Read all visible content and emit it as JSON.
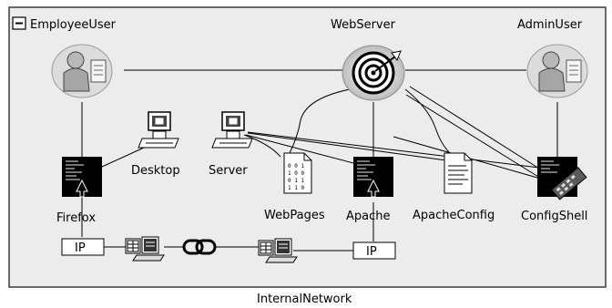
{
  "diagram": {
    "frame_title": "EmployeeUser",
    "caption": "InternalNetwork",
    "collapse_glyph": "−",
    "nodes": {
      "webserver": "WebServer",
      "adminuser": "AdminUser",
      "desktop": "Desktop",
      "server": "Server",
      "firefox": "Firefox",
      "webpages": "WebPages",
      "apache": "Apache",
      "apacheconfig": "ApacheConfig",
      "configshell": "ConfigShell",
      "ip_left": "IP",
      "ip_right": "IP"
    },
    "icons": {
      "employeeuser": "user-icon",
      "adminuser": "user-icon",
      "webserver": "target-icon",
      "desktop": "computer-icon",
      "server": "computer-icon",
      "firefox": "terminal-icon",
      "apache": "terminal-icon",
      "configshell": "terminal-remote-icon",
      "webpages": "binary-file-icon",
      "apacheconfig": "text-file-icon",
      "network": "chain-link-icon",
      "routers": "network-device-icon"
    },
    "colors": {
      "frame_fill": "#ececec",
      "frame_border": "#3c3c3c",
      "terminal": "#000000"
    }
  }
}
